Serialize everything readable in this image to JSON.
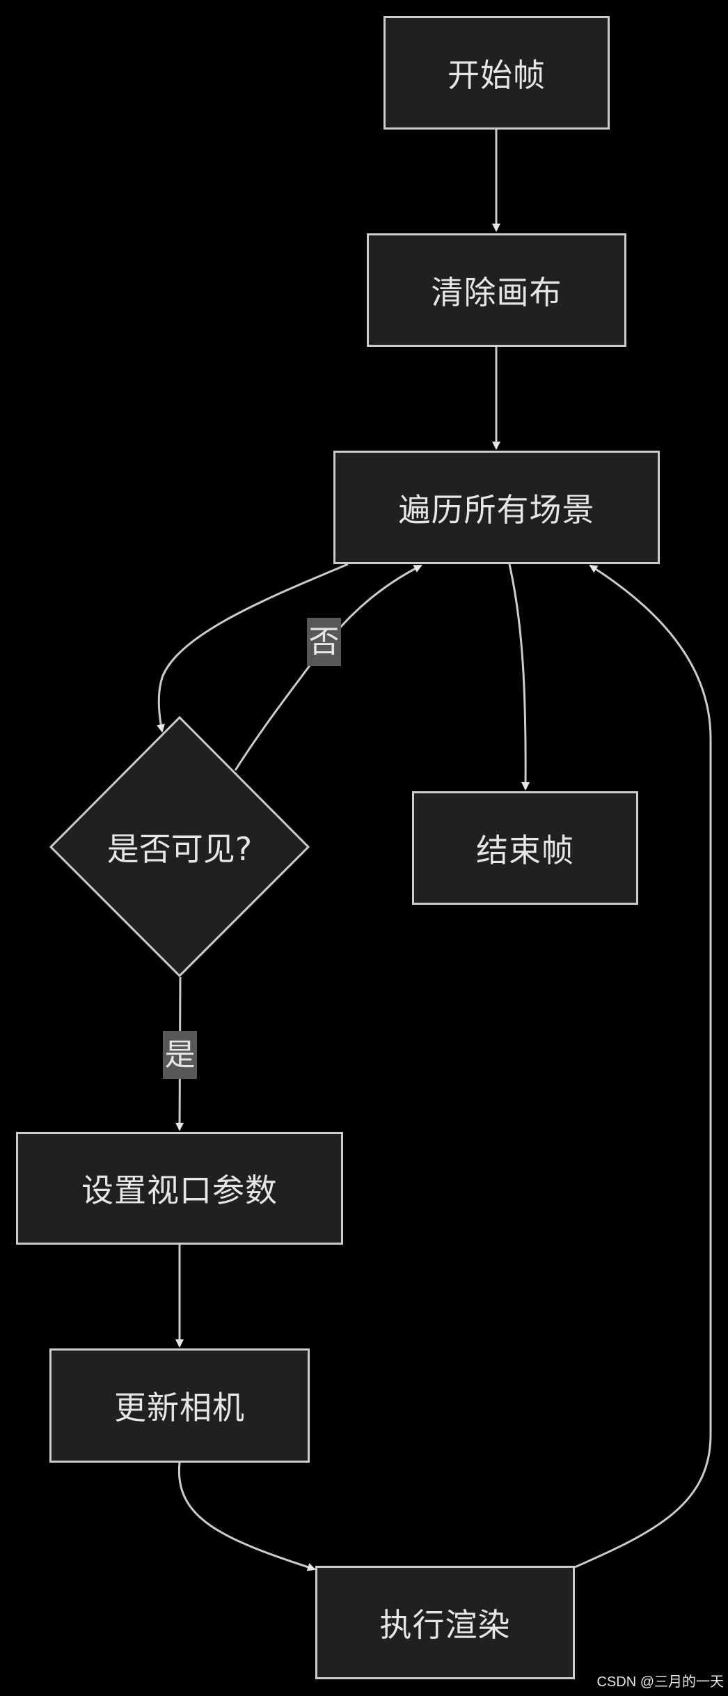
{
  "nodes": {
    "start_frame": "开始帧",
    "clear_canvas": "清除画布",
    "iterate_scenes": "遍历所有场景",
    "is_visible": "是否可见?",
    "end_frame": "结束帧",
    "set_viewport": "设置视口参数",
    "update_camera": "更新相机",
    "execute_render": "执行渲染"
  },
  "edge_labels": {
    "no": "否",
    "yes": "是"
  },
  "watermark": "CSDN @三月的一天",
  "colors": {
    "background": "#000000",
    "node_fill": "#1f2020",
    "node_stroke": "#cccccc",
    "edge": "#cccccc",
    "text": "#e6e6e6",
    "edge_label_bg": "#585858"
  }
}
